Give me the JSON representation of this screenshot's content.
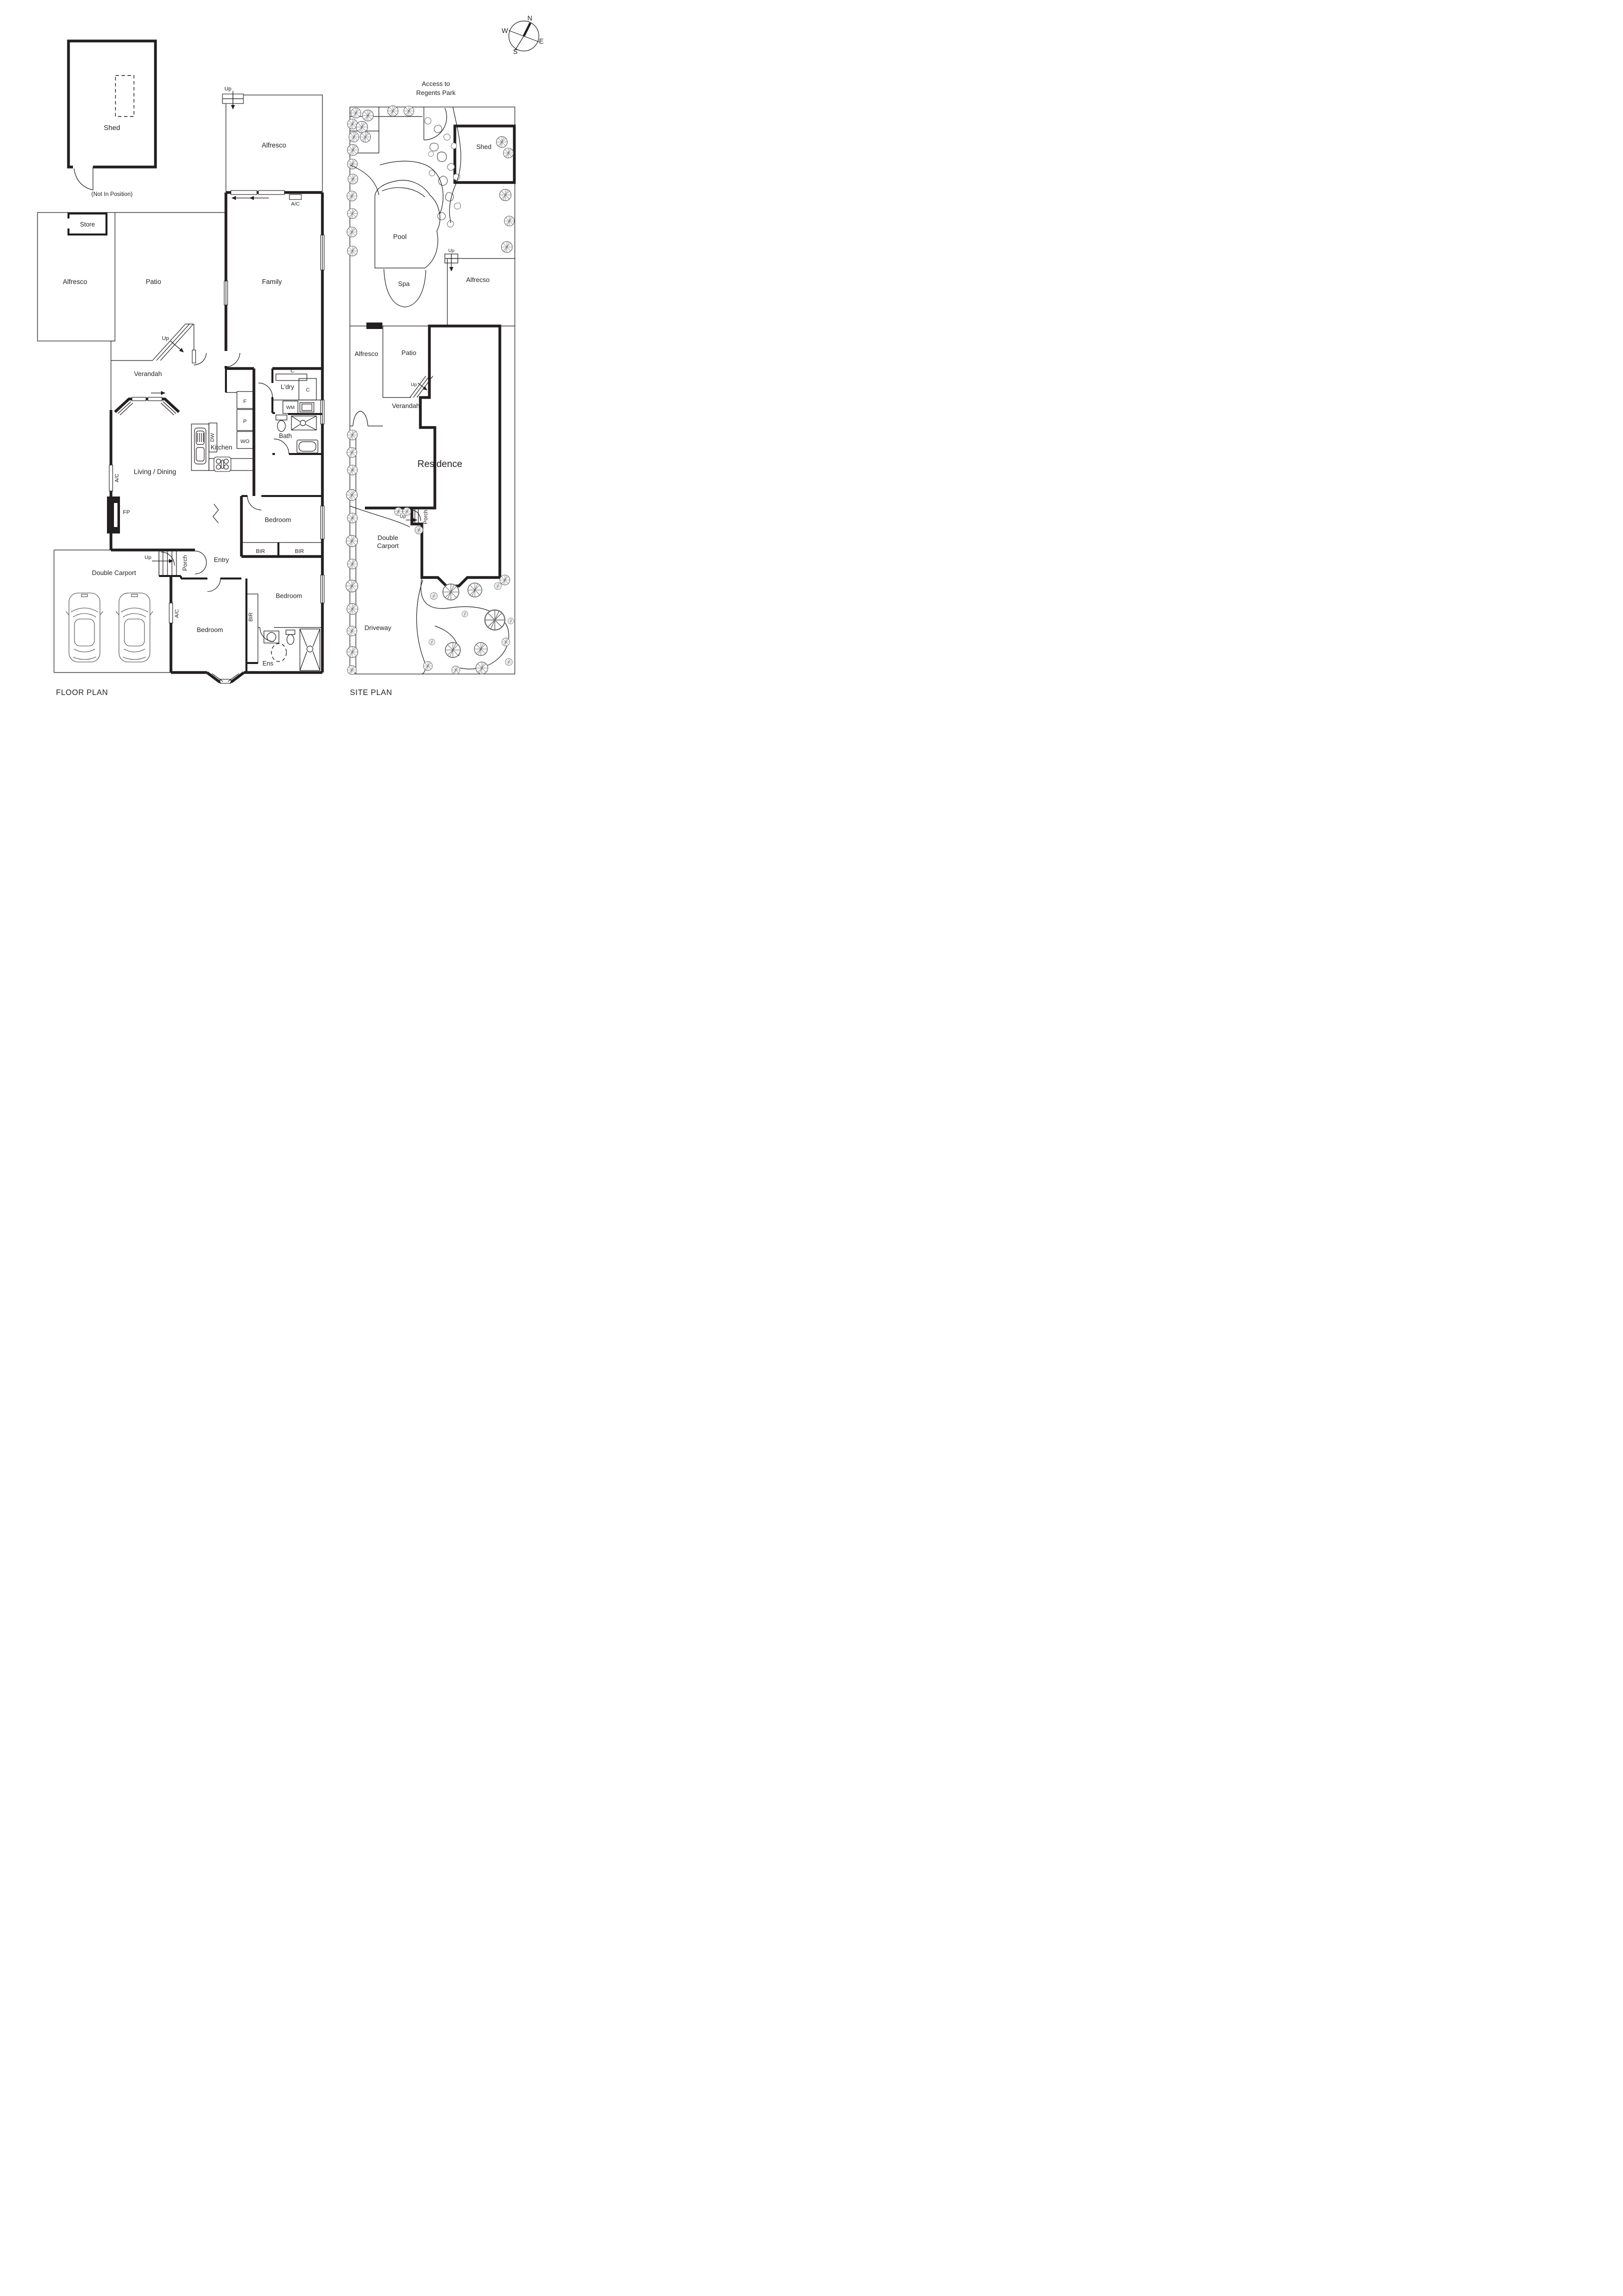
{
  "compass": {
    "n": "N",
    "e": "E",
    "s": "S",
    "w": "W"
  },
  "floor_plan": {
    "caption": "FLOOR PLAN",
    "shed_label": "Shed",
    "shed_note": "(Not In Position)",
    "up_alfresco": "Up",
    "alfresco_top": "Alfresco",
    "ac_family": "A/C",
    "store": "Store",
    "alfresco_left": "Alfresco",
    "patio": "Patio",
    "family": "Family",
    "up_patio": "Up",
    "verandah": "Verandah",
    "cupboard1": "C",
    "laundry": "L'dry",
    "cupboard2": "C",
    "washing_machine": "WM",
    "fridge": "F",
    "pantry": "P",
    "dishwasher": "DW",
    "wall_oven": "WO",
    "kitchen": "Kitchen",
    "bath": "Bath",
    "living_dining": "Living / Dining",
    "ac_living": "A/C",
    "fireplace": "FP",
    "bedroom_mid": "Bedroom",
    "bir_left": "BIR",
    "bir_right": "BIR",
    "up_porch": "Up",
    "porch": "Porch",
    "entry": "Entry",
    "double_carport": "Double Carport",
    "ac_bedroom": "A/C",
    "bedroom_left": "Bedroom",
    "bir_closet": "BIR",
    "bedroom_right": "Bedroom",
    "ensuite": "Ens"
  },
  "site_plan": {
    "caption": "SITE PLAN",
    "access_line1": "Access to",
    "access_line2": "Regents Park",
    "shed": "Shed",
    "pool": "Pool",
    "spa": "Spa",
    "up_pool": "Up",
    "alfrecso": "Alfrecso",
    "alfresco": "Alfresco",
    "patio": "Patio",
    "up_patio": "Up",
    "verandah": "Verandah",
    "residence": "Residence",
    "porch": "Porch",
    "up_porch": "Up",
    "carport_line1": "Double",
    "carport_line2": "Carport",
    "driveway": "Driveway"
  }
}
